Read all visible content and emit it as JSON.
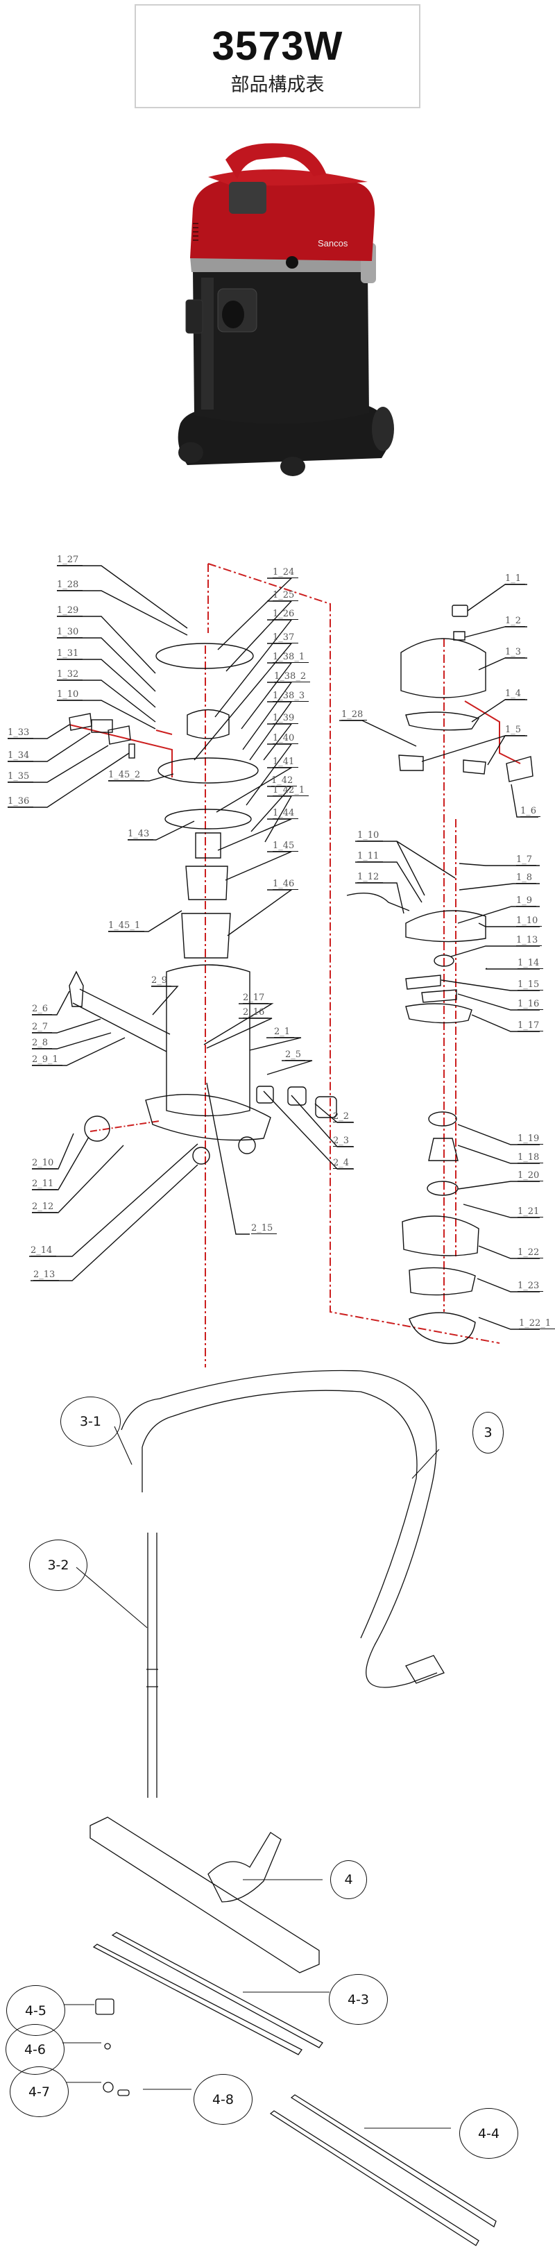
{
  "header": {
    "model": "3573W",
    "subtitle": "部品構成表"
  },
  "photo": {
    "brand_logo": "Sancos",
    "colors": {
      "lid": "#b5121b",
      "body": "#1c1c1c",
      "trim": "#9a9a9a"
    }
  },
  "exploded_view": {
    "leader_color": "#111111",
    "arrow_color": "#22b14c",
    "axis_color": "#cc1f1f",
    "left_labels": [
      "1_27",
      "1_28",
      "1_29",
      "1_30",
      "1_31",
      "1_32",
      "1_10",
      "1_33",
      "1_34",
      "1_35",
      "1_36",
      "1_45_2",
      "1_43",
      "1_45_1",
      "2_6",
      "2_7",
      "2_8",
      "2_9_1",
      "2_9",
      "2_10",
      "2_11",
      "2_12",
      "2_14",
      "2_13"
    ],
    "center_labels": [
      "1_24",
      "1_25",
      "1_26",
      "1_37",
      "1_38_1",
      "1_38_2",
      "1_38_3",
      "1_39",
      "1_40",
      "1_41",
      "1_42",
      "1_42_1",
      "1_44",
      "1_45",
      "1_46",
      "2_17",
      "2_16",
      "2_1",
      "2_5",
      "2_15",
      "2_2",
      "2_3",
      "2_4"
    ],
    "right_labels": [
      "1_1",
      "1_2",
      "1_3",
      "1_4",
      "1_28",
      "1_5",
      "1_6",
      "1_10",
      "1_11",
      "1_12",
      "1_7",
      "1_8",
      "1_9",
      "1_10",
      "1_13",
      "1_14",
      "1_15",
      "1_16",
      "1_17",
      "1_19",
      "1_18",
      "1_20",
      "1_21",
      "1_22",
      "1_23",
      "1_22_1"
    ]
  },
  "accessories": {
    "callouts": [
      "3-1",
      "3",
      "3-2",
      "4",
      "4-3",
      "4-5",
      "4-6",
      "4-7",
      "4-8",
      "4-4"
    ]
  }
}
